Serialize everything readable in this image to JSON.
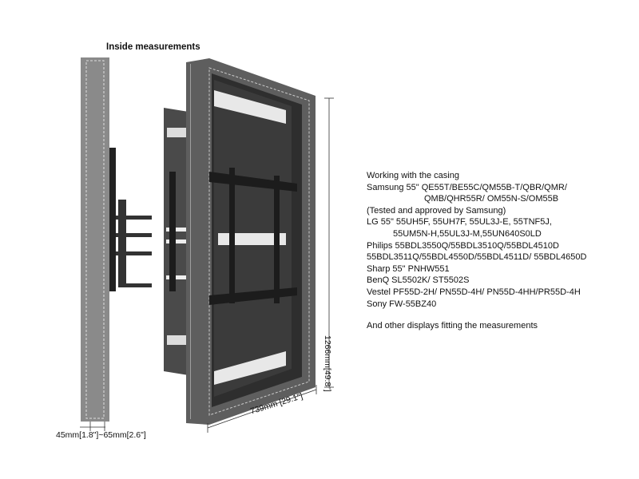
{
  "labels": {
    "inside_measurements": "Inside measurements",
    "depth_range": "45mm[1.8\"]~65mm[2.6\"]",
    "width": "739mm [29.1\"]",
    "height": "1266mm[49.8\"]"
  },
  "compatibility": {
    "heading": "Working with the casing",
    "lines": [
      "Samsung 55\" QE55T/BE55C/QM55B-T/QBR/QMR/",
      "QMB/QHR55R/ OM55N-S/OM55B",
      "(Tested and approved by Samsung)",
      "LG 55\" 55UH5F, 55UH7F, 55UL3J-E, 55TNF5J,",
      "55UM5N-H,55UL3J-M,55UN640S0LD",
      "Philips 55BDL3550Q/55BDL3510Q/55BDL4510D",
      "55BDL3511Q/55BDL4550D/55BDL4511D/ 55BDL4650D",
      "Sharp 55\" PNHW551",
      "BenQ SL5502K/ ST5502S",
      "Vestel PF55D-2H/ PN55D-4H/ PN55D-4HH/PR55D-4H",
      "Sony FW-55BZ40"
    ],
    "footer": "And other displays fitting the measurements"
  },
  "colors": {
    "frame": "#5e5e5e",
    "panel": "#3b3b3b",
    "mount": "#1c1c1c"
  }
}
